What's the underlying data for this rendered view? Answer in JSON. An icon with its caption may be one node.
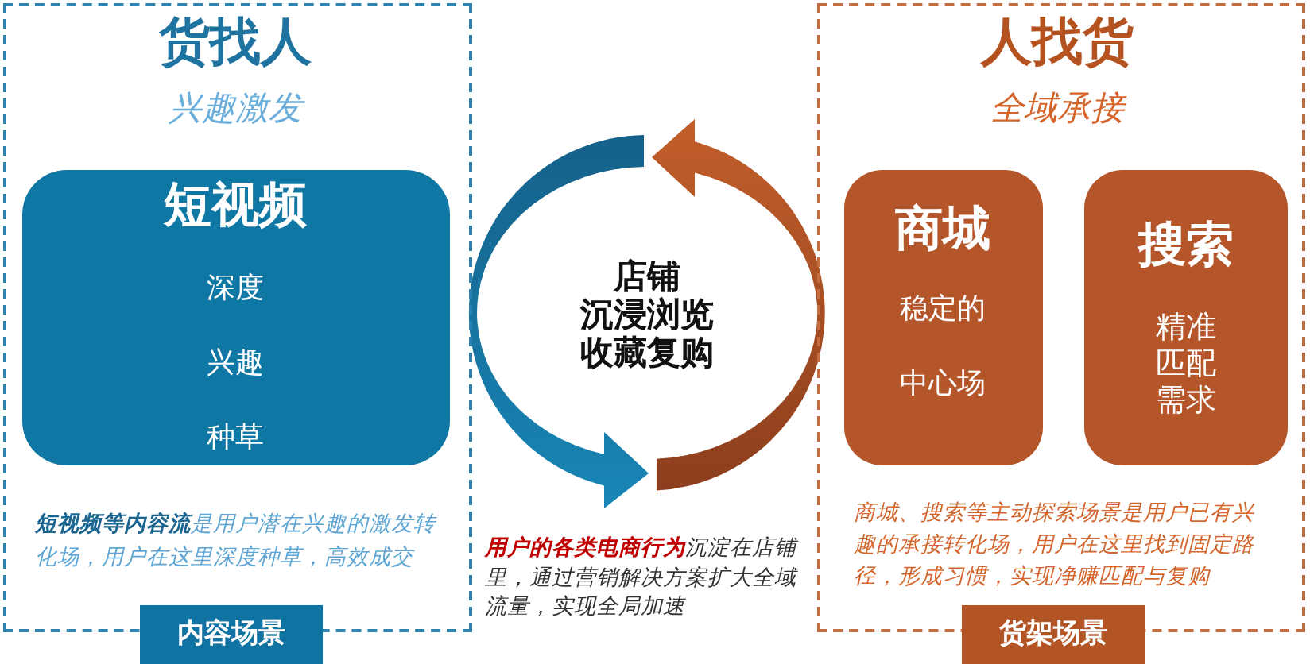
{
  "diagram": {
    "nodes": [
      {
        "text": [
          "货找人",
          "兴趣激发",
          "**短视频等内容流**是用户潜在兴趣的激发转化场，用户在这里深度种草，高效成交"
        ]
      },
      {
        "text": [
          "短视频",
          "深度",
          "兴趣",
          "种草"
        ],
        "in": 0
      },
      {
        "text": [
          "内容场景"
        ]
      },
      {
        "text": [
          "人找货",
          "全域承接",
          "商城、搜索等主动探索场景是用户已有兴趣的承接转化场，用户在这里找到固定路径，形成习惯，实现净赚匹配与复购"
        ]
      },
      {
        "text": [
          "商城",
          "稳定的中心场"
        ],
        "in": 3
      },
      {
        "text": [
          "搜索",
          "精准匹配需求"
        ],
        "in": 3
      },
      {
        "text": [
          "货架场景"
        ]
      }
    ],
    "labels": [
      "店铺",
      "沉浸浏览",
      "收藏复购",
      "**用户的各类电商行为**沉淀在店铺里，通过营销解决方案扩大全域流量，实现全局加速"
    ]
  }
}
